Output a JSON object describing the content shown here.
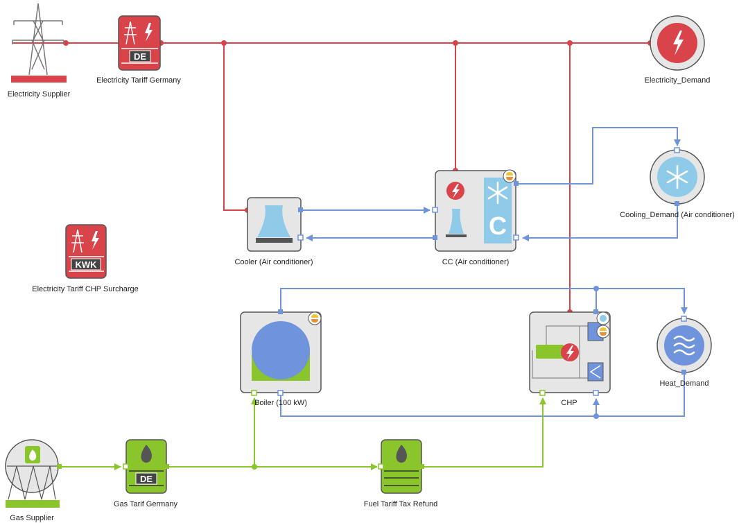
{
  "colors": {
    "electricity": "#d9434a",
    "heat": "#6f94db",
    "gas": "#8ac52b",
    "cooling_bg": "#8fcbe8",
    "node_bg": "#e6e6e6",
    "node_border": "#555555"
  },
  "nodes": {
    "electricity_supplier": {
      "label": "Electricity Supplier",
      "icon": "power-pylon-icon"
    },
    "electricity_tariff_germany": {
      "label": "Electricity Tariff Germany",
      "badge": "DE",
      "icon": "tariff-electricity-icon"
    },
    "electricity_demand": {
      "label": "Electricity_Demand",
      "icon": "lightning-icon"
    },
    "cooling_demand": {
      "label": "Cooling_Demand (Air conditioner)",
      "icon": "snowflake-icon"
    },
    "cooler": {
      "label": "Cooler (Air conditioner)",
      "icon": "cooling-tower-icon"
    },
    "cc": {
      "label": "CC (Air conditioner)",
      "badge": "C",
      "icon": "compression-chiller-icon"
    },
    "electricity_tariff_chp": {
      "label": "Electricity Tariff CHP Surcharge",
      "badge": "KWK",
      "icon": "tariff-electricity-icon"
    },
    "boiler": {
      "label": "Boiler (100 kW)",
      "icon": "boiler-icon"
    },
    "chp": {
      "label": "CHP",
      "icon": "chp-engine-icon"
    },
    "heat_demand": {
      "label": "Heat_Demand",
      "icon": "heat-waves-icon"
    },
    "gas_supplier": {
      "label": "Gas Supplier",
      "icon": "gas-tank-icon"
    },
    "gas_tarif_germany": {
      "label": "Gas Tarif Germany",
      "badge": "DE",
      "icon": "tariff-gas-icon"
    },
    "fuel_tariff_tax_refund": {
      "label": "Fuel Tariff Tax Refund",
      "icon": "tariff-gas-icon"
    }
  }
}
